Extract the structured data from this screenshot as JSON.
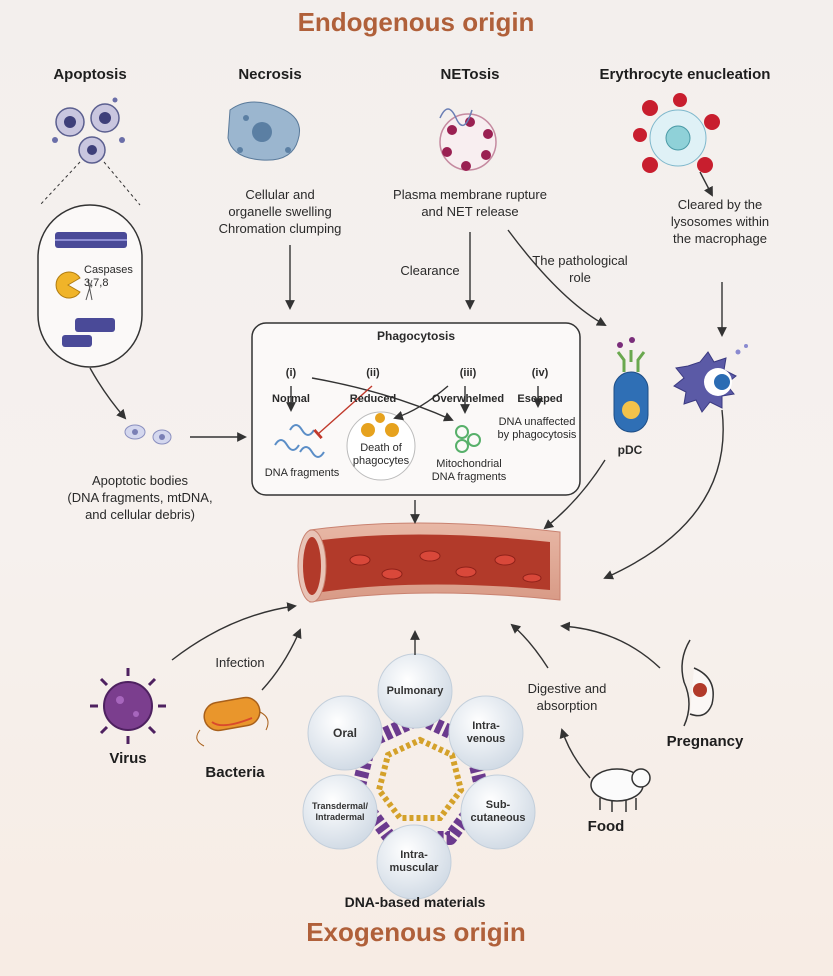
{
  "titles": {
    "endogenous": "Endogenous origin",
    "exogenous": "Exogenous origin"
  },
  "apoptosis": {
    "heading": "Apoptosis",
    "caspases": "Caspases\n3,7,8",
    "bodies": "Apoptotic bodies\n(DNA fragments, mtDNA,\nand cellular debris)"
  },
  "necrosis": {
    "heading": "Necrosis",
    "desc": "Cellular and\norganelle swelling\nChromation clumping"
  },
  "netosis": {
    "heading": "NETosis",
    "desc": "Plasma membrane rupture\nand NET release",
    "clearance": "Clearance",
    "pathological": "The pathological\nrole"
  },
  "erythrocyte": {
    "heading": "Erythrocyte enucleation",
    "desc": "Cleared by the\nlysosomes within\nthe macrophage"
  },
  "phagocytosis": {
    "title": "Phagocytosis",
    "cases": [
      {
        "num": "(i)",
        "label": "Normal"
      },
      {
        "num": "(ii)",
        "label": "Reduced"
      },
      {
        "num": "(iii)",
        "label": "Overwhelmed"
      },
      {
        "num": "(iv)",
        "label": "Escaped"
      }
    ],
    "dna_fragments": "DNA fragments",
    "death": "Death of\nphagocytes",
    "mito": "Mitochondrial\nDNA fragments",
    "unaffected": "DNA unaffected\nby phagocytosis"
  },
  "pdc": "pDC",
  "exogenous": {
    "infection": "Infection",
    "virus": "Virus",
    "bacteria": "Bacteria",
    "digestive": "Digestive and\nabsorption",
    "food": "Food",
    "pregnancy": "Pregnancy",
    "materials_label": "DNA-based materials",
    "routes": [
      {
        "label": "Pulmonary"
      },
      {
        "label": "Intra-\nvenous"
      },
      {
        "label": "Sub-\ncutaneous"
      },
      {
        "label": "Intra-\nmuscular"
      },
      {
        "label": "Transdermal/\nIntradermal"
      },
      {
        "label": "Oral"
      }
    ]
  },
  "colors": {
    "title": "#b0603a",
    "vessel": "#b23a2a",
    "arrow": "#333333",
    "bubble": "#dde5ee"
  }
}
